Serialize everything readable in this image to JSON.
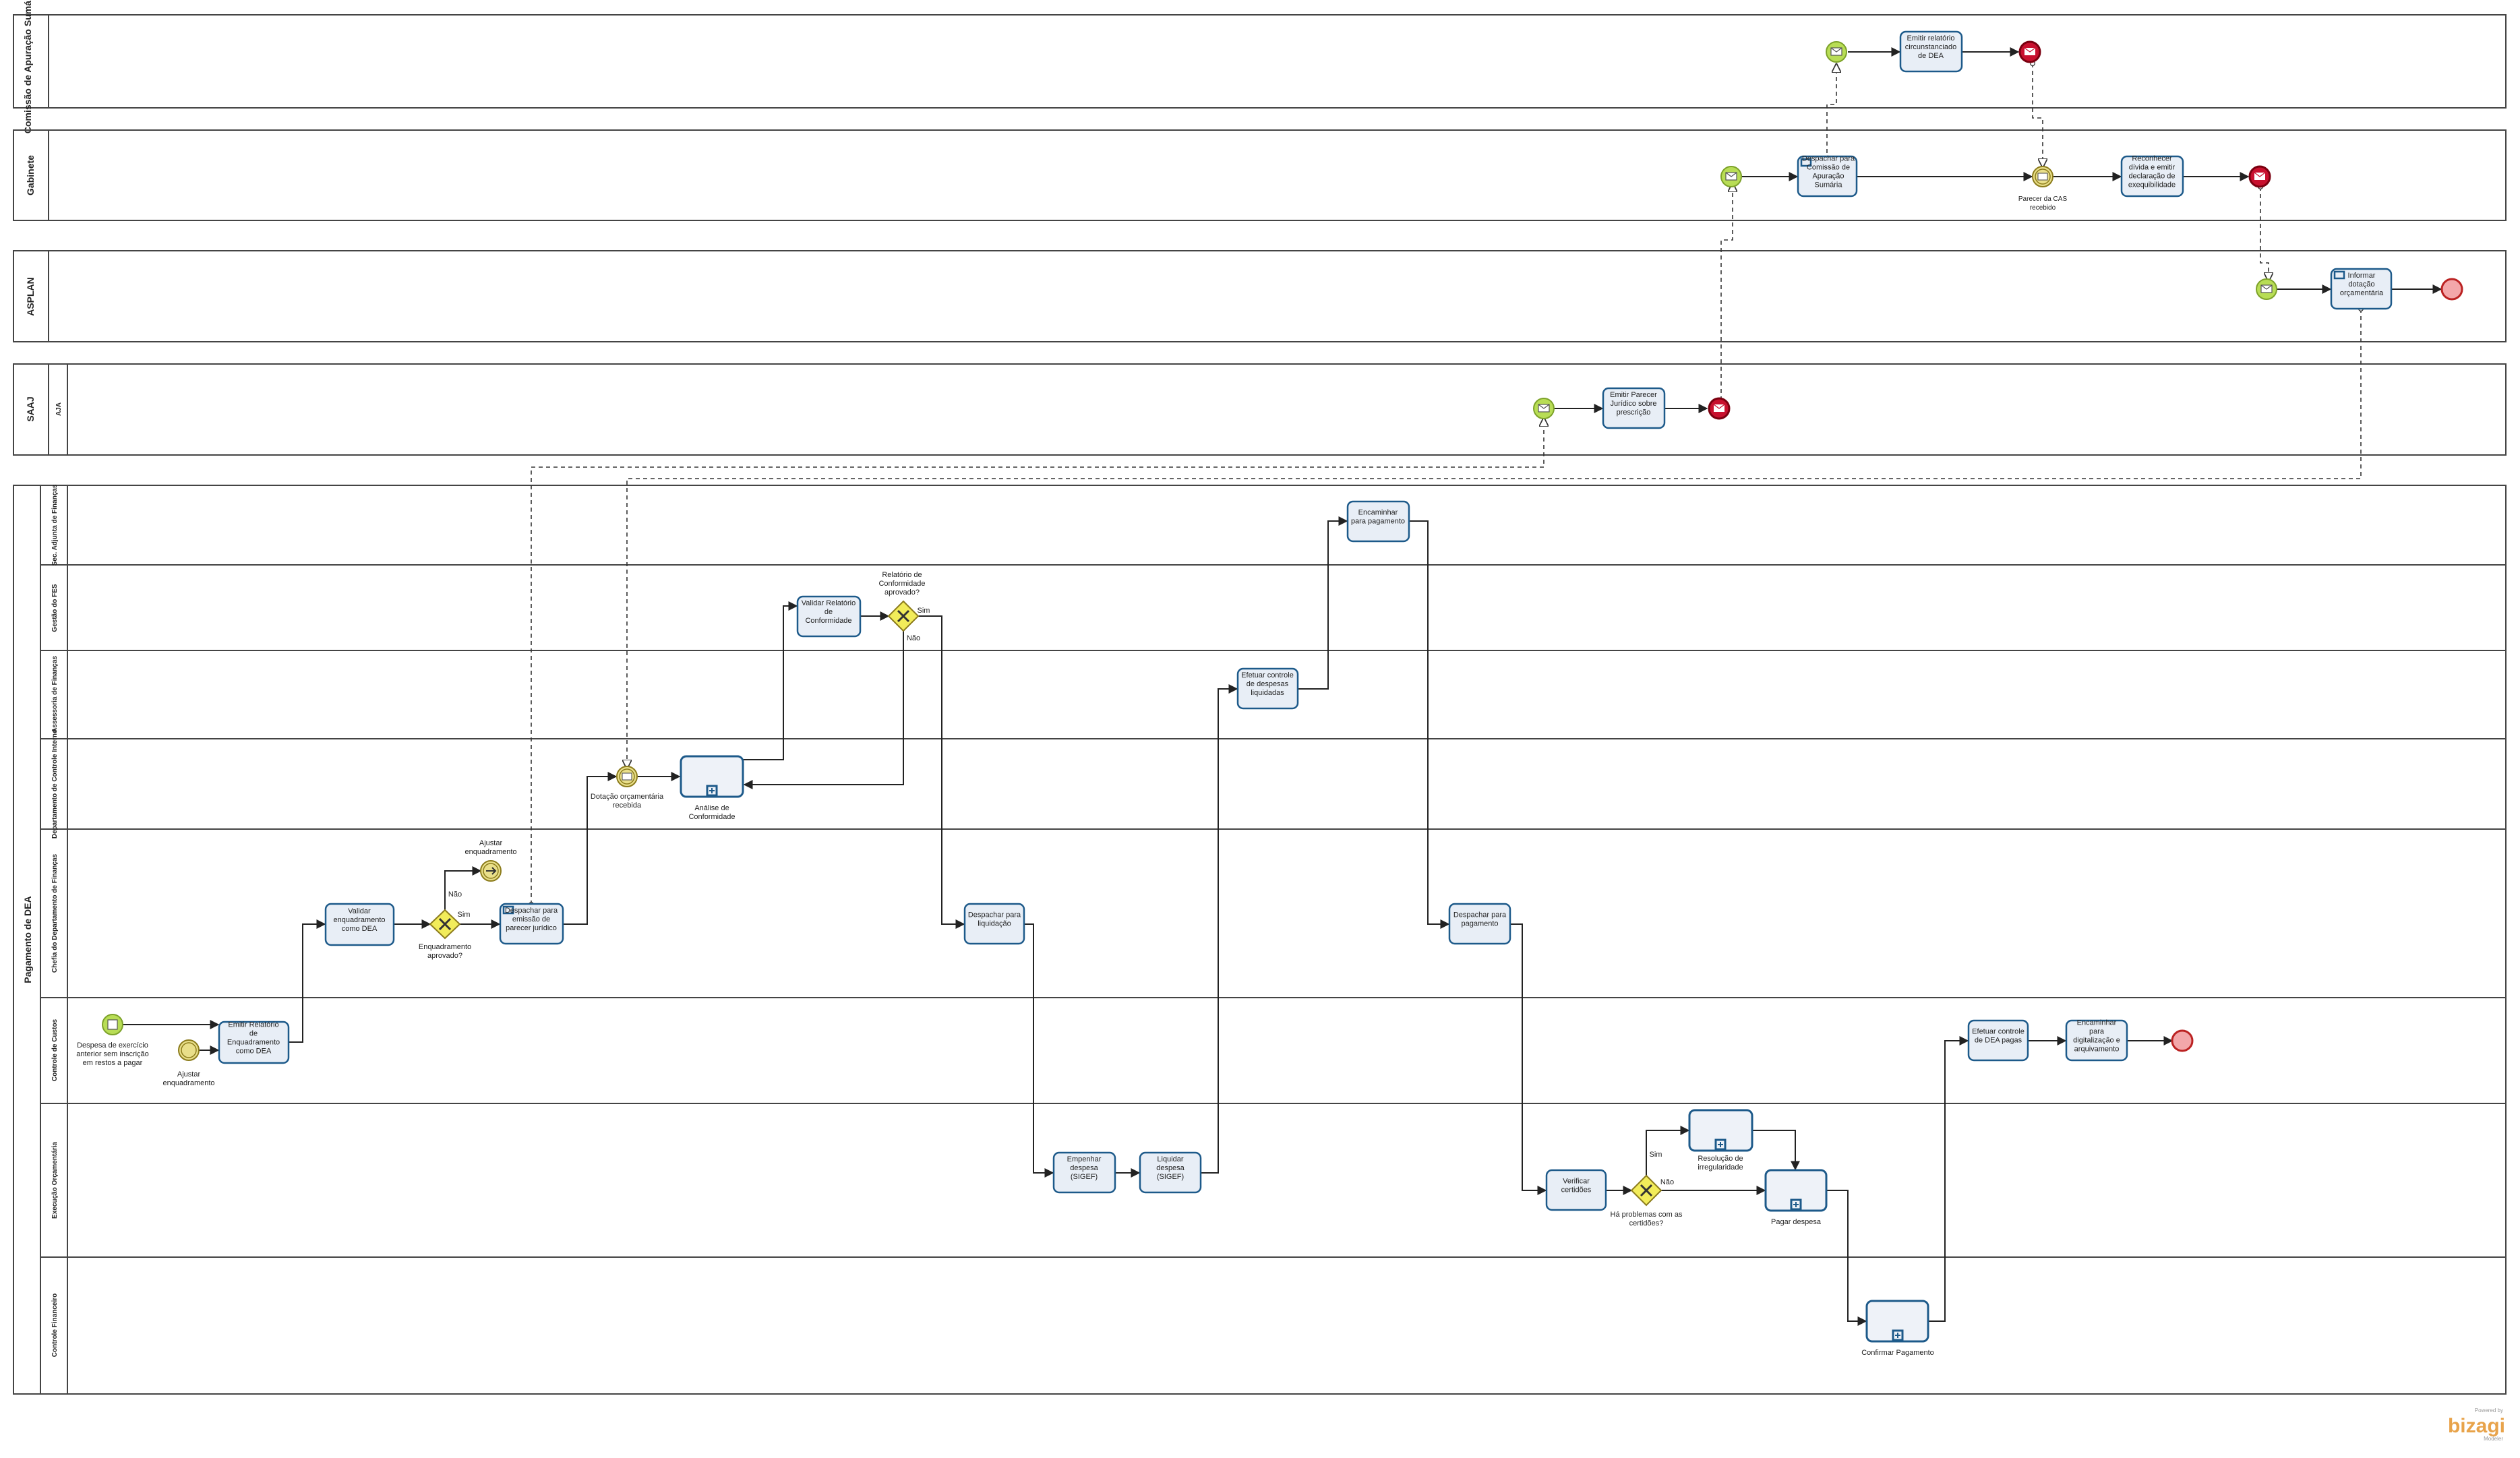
{
  "pools": [
    {
      "id": "cas",
      "name": "Comissão de Apuração Sumária"
    },
    {
      "id": "gabinete",
      "name": "Gabinete"
    },
    {
      "id": "asplan",
      "name": "ASPLAN"
    },
    {
      "id": "saaj",
      "name": "SAAJ",
      "lane": "AJA"
    },
    {
      "id": "pagamento",
      "name": "Pagamento de DEA"
    }
  ],
  "lanes": [
    "Sec. Adjunta de Finanças",
    "Gestão do FES",
    "Assessoria de Finanças",
    "Departamento de Controle Interno",
    "Chefia do Departamento de Finanças",
    "Controle de Custos",
    "Execução Orçamentária",
    "Controle Financeiro"
  ],
  "tasks": {
    "t_cas_rel": "Emitir relatório circunstanciado de DEA",
    "t_gab_desp": "Despachar para Comissão de Apuração Sumária",
    "t_gab_rec": "Reconhecer dívida e emitir declaração de exequibilidade",
    "t_asp": "Informar dotação orçamentária",
    "t_aja": "Emitir Parecer Jurídico sobre prescrição",
    "t_encam": "Encaminhar para pagamento",
    "t_valrel": "Validar Relatório de Conformidade",
    "t_efdesp": "Efetuar controle de despesas liquidadas",
    "t_valenq": "Validar enquadramento como DEA",
    "t_despjur": "Despachar para emissão de parecer jurídico",
    "t_despliq": "Despachar para liquidação",
    "t_desppag": "Despachar para pagamento",
    "t_emitrel": "Emitir Relatório de Enquadramento como DEA",
    "t_efdea": "Efetuar controle de DEA pagas",
    "t_encarq": "Encaminhar para digitalização e arquivamento",
    "t_emp": "Empenhar despesa (SIGEF)",
    "t_liq": "Liquidar despesa (SIGEF)",
    "t_vercert": "Verificar certidões"
  },
  "subprocesses": {
    "s_analise": "Análise de Conformidade",
    "s_resol": "Resolução de irregularidade",
    "s_pagar": "Pagar despesa",
    "s_conf": "Confirmar Pagamento"
  },
  "labels": {
    "start_pag": "Despesa de exercício anterior sem inscrição em restos a pagar",
    "ev_ajustar": "Ajustar enquadramento",
    "ev_ajustar2": "Ajustar enquadramento",
    "ev_dotacao": "Dotação orçamentária recebida",
    "ev_parecer_cas": "Parecer da CAS recebido",
    "gw_enq": "Enquadramento aprovado?",
    "gw_rel": "Relatório de Conformidade aprovado?",
    "gw_cert": "Há problemas com as certidões?",
    "sim": "Sim",
    "nao": "Não"
  },
  "logo": {
    "powered": "Powered by",
    "brand": "bizagi",
    "sub": "Modeler"
  }
}
